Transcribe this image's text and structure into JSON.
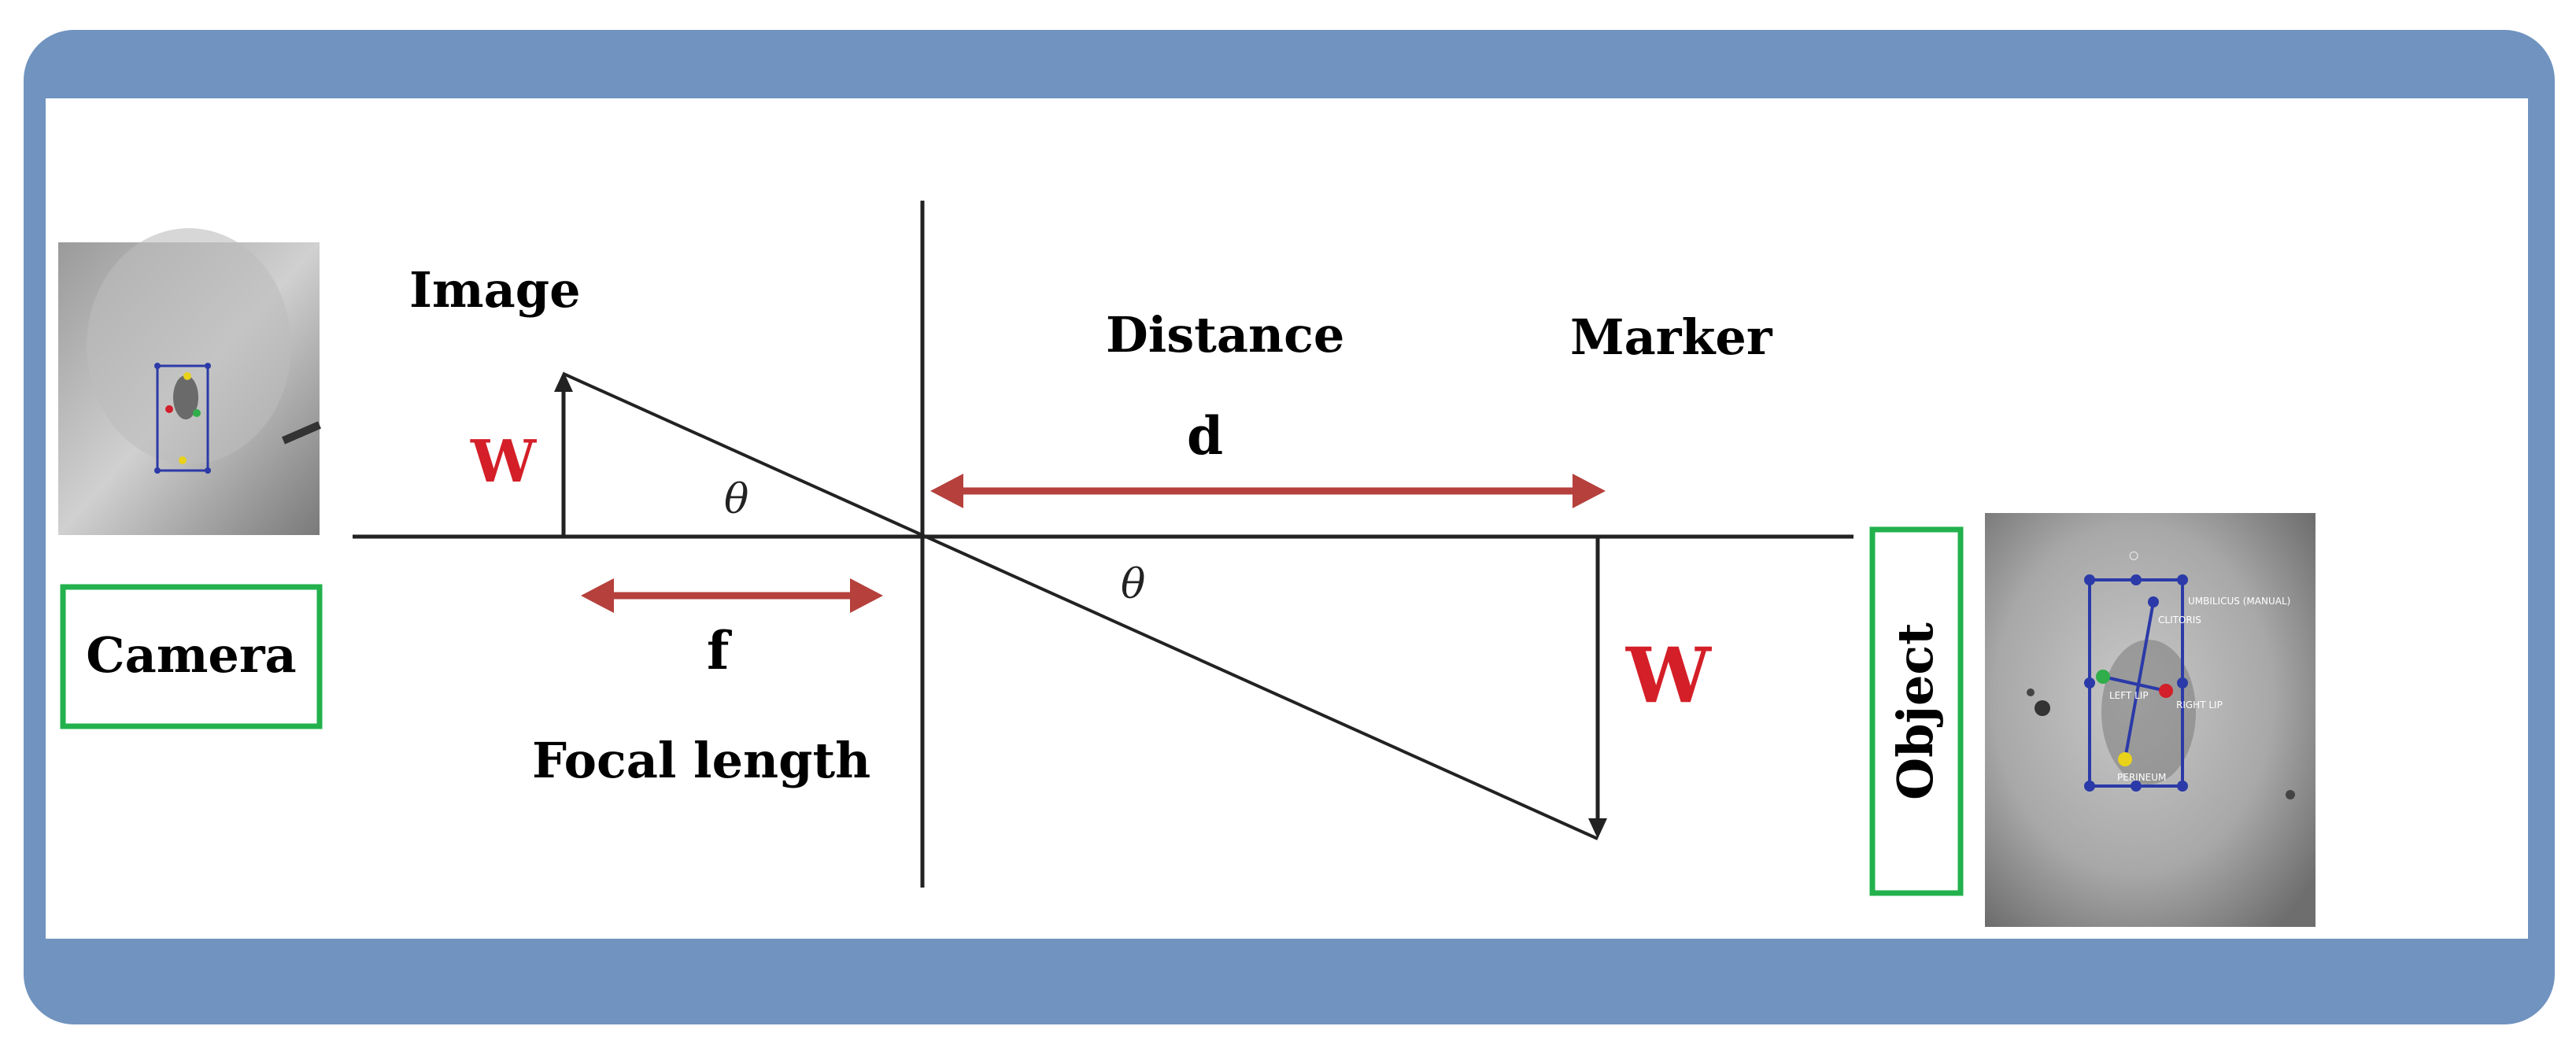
{
  "labels": {
    "image": "Image",
    "distance": "Distance",
    "marker": "Marker",
    "d": "d",
    "f": "f",
    "focal_length": "Focal length",
    "w_small": "W",
    "w_large": "W",
    "theta_left": "θ",
    "theta_right": "θ",
    "camera": "Camera",
    "object": "Object"
  },
  "colors": {
    "frame": "#7093bf",
    "arrow_red": "#b5403c",
    "w_red": "#d41f28",
    "box_green": "#22b14c"
  },
  "photos": {
    "camera_annotations": [
      "",
      "",
      ""
    ],
    "object_annotations": [
      "UMBILICUS (MANUAL)",
      "CLITORIS",
      "LEFT LIP",
      "RIGHT LIP",
      "PERINEUM"
    ]
  }
}
